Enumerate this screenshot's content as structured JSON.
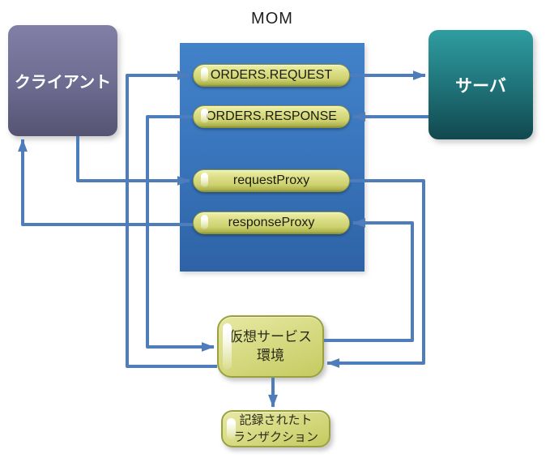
{
  "diagram": {
    "title": "MOM",
    "client": {
      "label": "クライアント"
    },
    "server": {
      "label": "サーバ"
    },
    "queues": [
      {
        "label": "ORDERS.REQUEST"
      },
      {
        "label": "ORDERS.RESPONSE"
      },
      {
        "label": "requestProxy"
      },
      {
        "label": "responseProxy"
      }
    ],
    "vse": {
      "line1": "仮想サービス",
      "line2": "環境"
    },
    "recorded": {
      "line1": "記録されたト",
      "line2": "ランザクション"
    },
    "connections": [
      {
        "from": "クライアント",
        "to": "requestProxy"
      },
      {
        "from": "requestProxy",
        "to": "仮想サービス環境"
      },
      {
        "from": "仮想サービス環境",
        "to": "ORDERS.REQUEST"
      },
      {
        "from": "ORDERS.REQUEST",
        "to": "サーバ"
      },
      {
        "from": "サーバ",
        "to": "ORDERS.RESPONSE"
      },
      {
        "from": "ORDERS.RESPONSE",
        "to": "仮想サービス環境"
      },
      {
        "from": "仮想サービス環境",
        "to": "responseProxy"
      },
      {
        "from": "responseProxy",
        "to": "クライアント"
      },
      {
        "from": "仮想サービス環境",
        "to": "記録されたトランザクション"
      }
    ],
    "colors": {
      "mom_box": "#3a76bd",
      "client_top": "#827fa7",
      "client_bottom": "#565472",
      "server_top": "#2f9da1",
      "server_bottom": "#11484e",
      "queue_fill": "#d6d97e",
      "queue_border": "#8f953c",
      "connector": "#4f7cba",
      "text_dark": "#1c1c10",
      "text_light": "#ffffff"
    }
  }
}
